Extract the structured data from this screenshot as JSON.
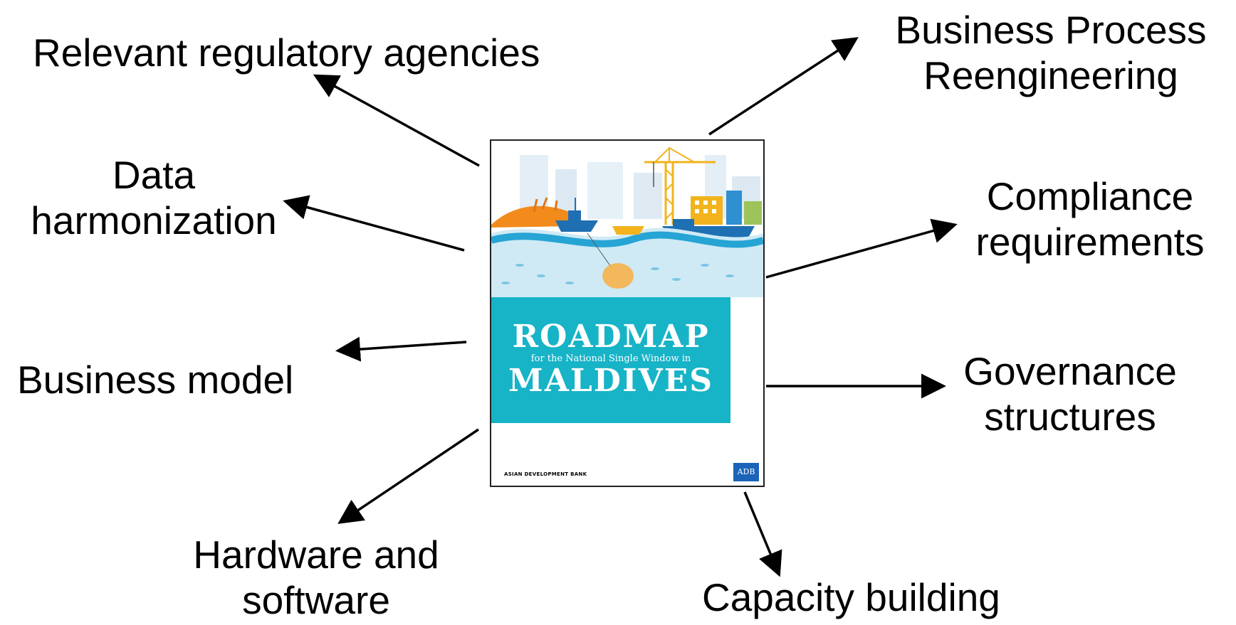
{
  "labels": {
    "agencies": [
      "Relevant regulatory agencies"
    ],
    "data": [
      "Data",
      "harmonization"
    ],
    "business_model": [
      "Business model"
    ],
    "hardware": [
      "Hardware and",
      "software"
    ],
    "bpr": [
      "Business Process",
      "Reengineering"
    ],
    "compliance": [
      "Compliance",
      "requirements"
    ],
    "governance": [
      "Governance",
      "structures"
    ],
    "capacity": [
      "Capacity building"
    ]
  },
  "cover": {
    "title_line1": "ROADMAP",
    "subtitle": "for the National Single Window in",
    "title_line2": "MALDIVES",
    "publisher": "ASIAN DEVELOPMENT BANK",
    "logo_text": "ADB"
  },
  "colors": {
    "band": "#17b3c7",
    "logo": "#1a63b8",
    "arrow": "#000000"
  }
}
